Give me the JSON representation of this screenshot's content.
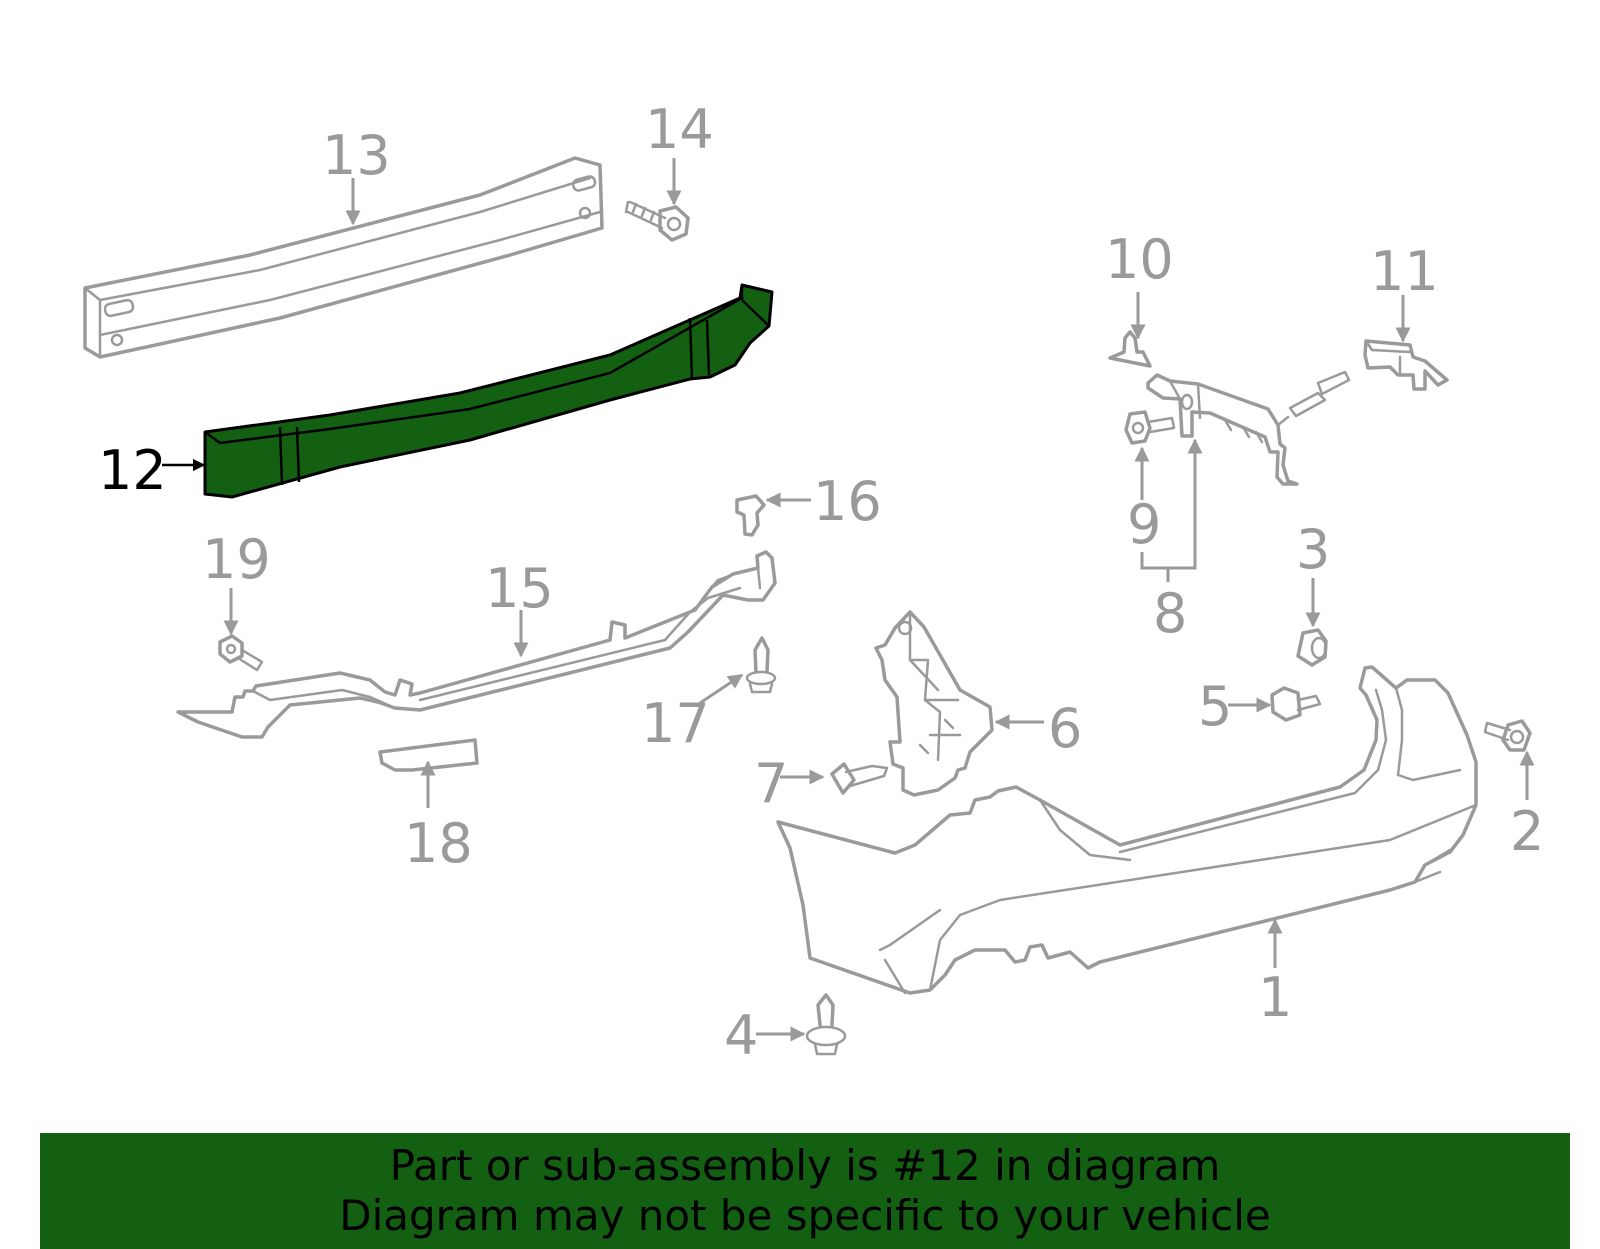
{
  "diagram": {
    "labels": {
      "p1": "1",
      "p2": "2",
      "p3": "3",
      "p4": "4",
      "p5": "5",
      "p6": "6",
      "p7": "7",
      "p8": "8",
      "p9": "9",
      "p10": "10",
      "p11": "11",
      "p12": "12",
      "p13": "13",
      "p14": "14",
      "p15": "15",
      "p16": "16",
      "p17": "17",
      "p18": "18",
      "p19": "19"
    },
    "highlighted_part": "12",
    "highlight_color": "#136013",
    "part_color": "#9a9a9a"
  },
  "banner": {
    "line1": "Part or sub-assembly is #12 in diagram",
    "line2": "Diagram may not be specific to your vehicle",
    "color": "#136013"
  }
}
